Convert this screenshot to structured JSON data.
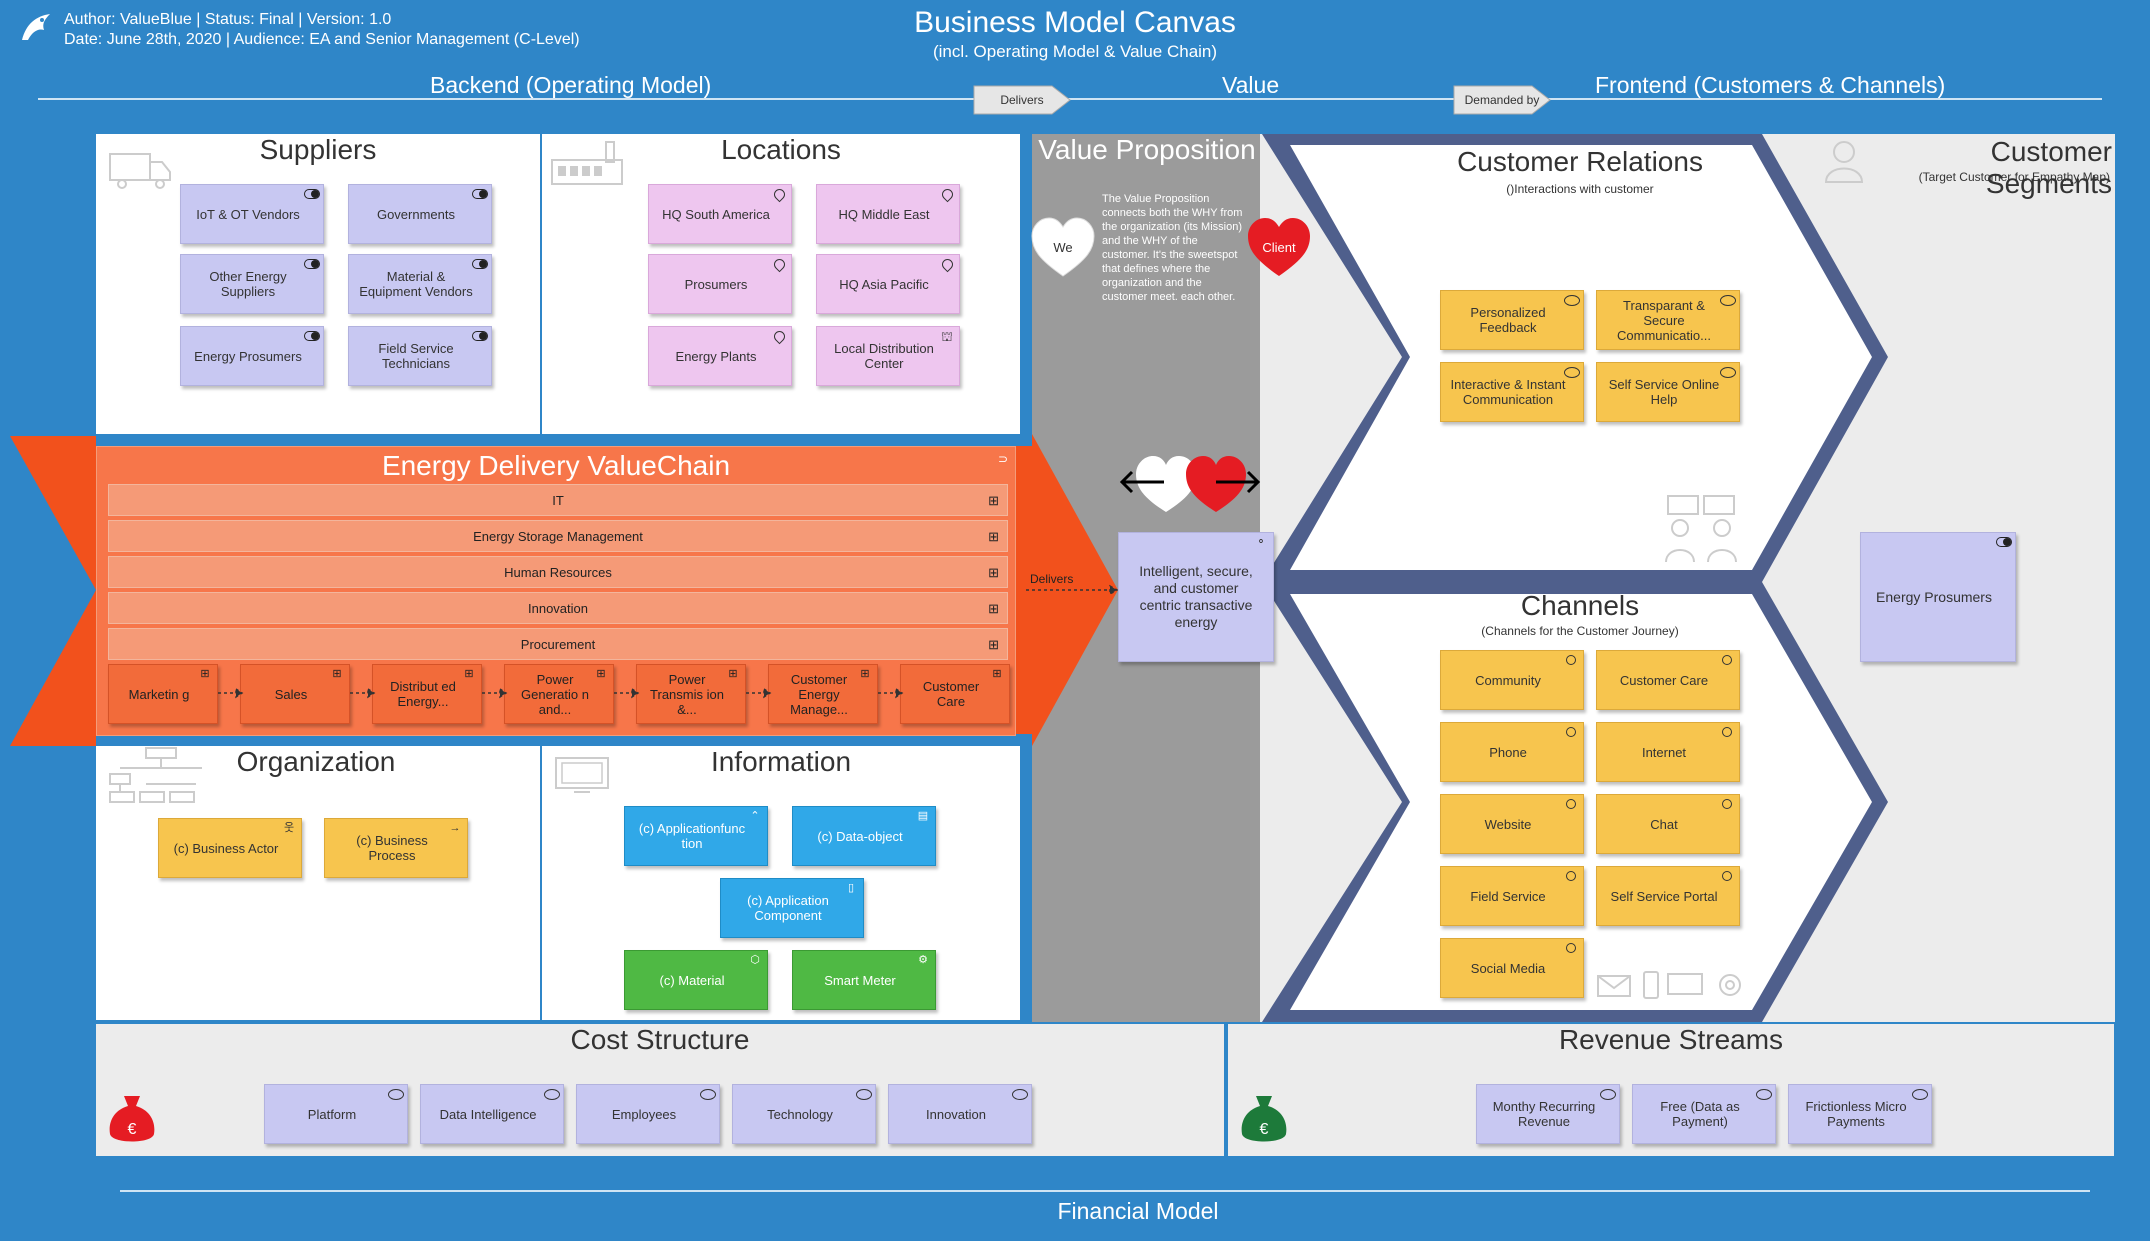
{
  "header": {
    "meta_line1": "Author: ValueBlue   |   Status: Final   |   Version: 1.0",
    "meta_line2": "Date: June 28th, 2020   |   Audience: EA and Senior Management (C-Level)",
    "title": "Business Model Canvas",
    "subtitle": "(incl. Operating Model & Value Chain)",
    "sec_backend": "Backend (Operating Model)",
    "sec_value": "Value",
    "sec_frontend": "Frontend (Customers & Channels)",
    "arrow_delivers": "Delivers",
    "arrow_demanded": "Demanded by",
    "footer": "Financial Model"
  },
  "suppliers": {
    "title": "Suppliers",
    "items": [
      "IoT & OT Vendors",
      "Governments",
      "Other Energy Suppliers",
      "Material & Equipment Vendors",
      "Energy Prosumers",
      "Field Service Technicians"
    ]
  },
  "locations": {
    "title": "Locations",
    "items": [
      "HQ South America",
      "HQ Middle East",
      "Prosumers",
      "HQ Asia Pacific",
      "Energy Plants",
      "Local Distribution Center"
    ]
  },
  "value_chain": {
    "title": "Energy Delivery ValueChain",
    "rows": [
      "IT",
      "Energy Storage Management",
      "Human Resources",
      "Innovation",
      "Procurement"
    ],
    "steps": [
      "Marketin g",
      "Sales",
      "Distribut ed Energy...",
      "Power Generatio n and...",
      "Power Transmis ion &...",
      "Customer Energy Manage...",
      "Customer Care"
    ],
    "delivers": "Delivers"
  },
  "organization": {
    "title": "Organization",
    "items": [
      "(c) Business Actor",
      "(c) Business Process"
    ]
  },
  "information": {
    "title": "Information",
    "items": [
      "(c) Applicationfunc tion",
      "(c) Data-object",
      "(c) Application Component",
      "(c) Material",
      "Smart Meter"
    ]
  },
  "value_proposition": {
    "title": "Value Proposition",
    "we": "We",
    "client": "Client",
    "description": "The Value Proposition connects both the WHY from the organization (its Mission) and the WHY of the customer. It's the sweetspot that defines where the organization and the customer meet. each other.",
    "core": "Intelligent, secure, and customer centric transactive energy"
  },
  "customer_relations": {
    "title": "Customer Relations",
    "subtitle": "()Interactions with customer",
    "items": [
      "Personalized Feedback",
      "Transparant & Secure Communicatio...",
      "Interactive & Instant Communication",
      "Self Service Online Help"
    ]
  },
  "channels": {
    "title": "Channels",
    "subtitle": "(Channels for the Customer Journey)",
    "items": [
      "Community",
      "Customer Care",
      "Phone",
      "Internet",
      "Website",
      "Chat",
      "Field Service",
      "Self Service Portal",
      "Social Media"
    ]
  },
  "customer_segments": {
    "title": "Customer Segments",
    "subtitle": "(Target Customer for Empathy Map)",
    "items": [
      "Energy Prosumers"
    ]
  },
  "cost_structure": {
    "title": "Cost Structure",
    "items": [
      "Platform",
      "Data Intelligence",
      "Employees",
      "Technology",
      "Innovation"
    ]
  },
  "revenue_streams": {
    "title": "Revenue Streams",
    "items": [
      "Monthy Recurring Revenue",
      "Free (Data as Payment)",
      "Frictionless Micro Payments"
    ]
  },
  "colors": {
    "background": "#2f86c8",
    "actor": "#c8c8f2",
    "location": "#eec6ef",
    "gold": "#f7c54e",
    "value_chain": "#f26b3a",
    "application": "#30a8e8",
    "technology": "#4fb944",
    "value_grey": "#9b9b9b",
    "heart_red": "#e51c23"
  }
}
